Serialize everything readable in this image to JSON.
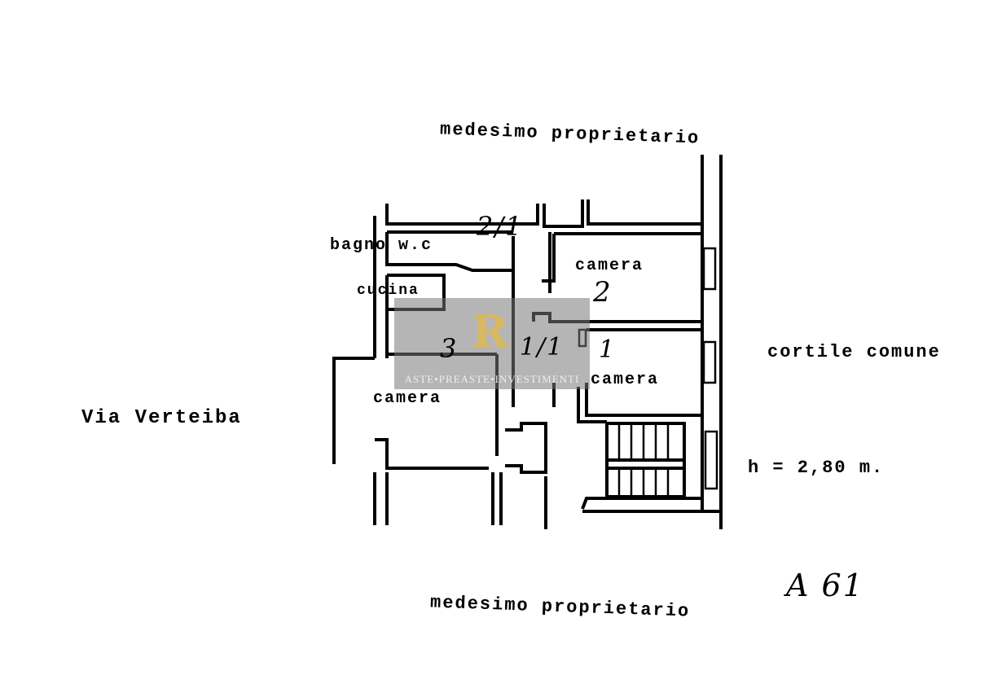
{
  "plan": {
    "top_label": "medesimo proprietario",
    "bottom_label": "medesimo proprietario",
    "street_label": "Via Verteiba",
    "courtyard_label": "cortile comune",
    "height_label": "h = 2,80 m.",
    "sheet_code": "A 61",
    "rooms": [
      {
        "label": "bagno w.c"
      },
      {
        "label": "cucina"
      },
      {
        "label": "camera"
      },
      {
        "label": "camera"
      },
      {
        "label": "camera"
      }
    ],
    "handwritten": [
      "2/1",
      "2",
      "3",
      "1/1",
      "1"
    ]
  },
  "watermark": {
    "logo": "R",
    "text": "ASTE•PREASTE•INVESTIMENTI"
  }
}
